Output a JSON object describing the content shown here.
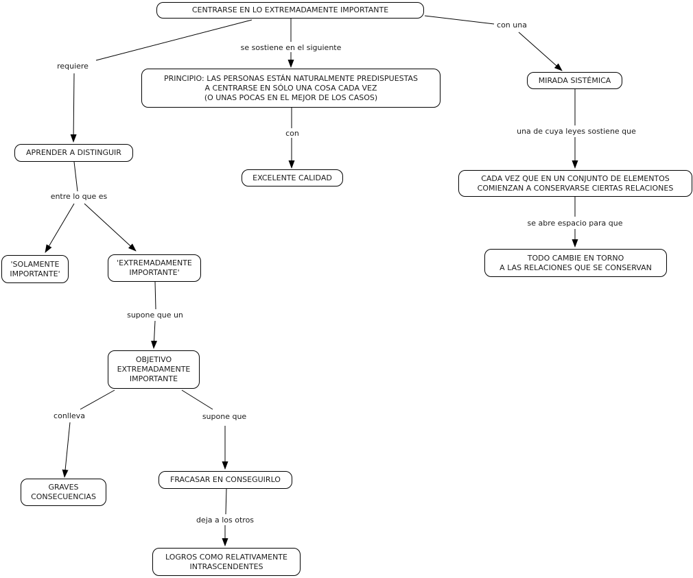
{
  "diagram_title": "CENTRARSE EN LO EXTREMADAMENTE IMPORTANTE",
  "colors": {
    "background": "#ffffff",
    "node_border": "#000000",
    "node_fill": "#ffffff",
    "text": "#1a1a1a",
    "line": "#000000"
  },
  "nodes": {
    "main": {
      "lines": [
        "CENTRARSE EN LO EXTREMADAMENTE IMPORTANTE"
      ]
    },
    "principio": {
      "lines": [
        "PRINCIPIO: LAS PERSONAS ESTÁN NATURALMENTE PREDISPUESTAS",
        "A CENTRARSE EN SÓLO UNA COSA CADA VEZ",
        "(O UNAS POCAS EN EL MEJOR DE LOS CASOS)"
      ]
    },
    "excelente": {
      "lines": [
        "EXCELENTE CALIDAD"
      ]
    },
    "aprender": {
      "lines": [
        "APRENDER A DISTINGUIR"
      ]
    },
    "solamente": {
      "lines": [
        "'SOLAMENTE",
        "IMPORTANTE'"
      ]
    },
    "extremadamente": {
      "lines": [
        "'EXTREMADAMENTE",
        "IMPORTANTE'"
      ]
    },
    "objetivo": {
      "lines": [
        "OBJETIVO",
        "EXTREMADAMENTE",
        "IMPORTANTE"
      ]
    },
    "graves": {
      "lines": [
        "GRAVES",
        "CONSECUENCIAS"
      ]
    },
    "fracasar": {
      "lines": [
        "FRACASAR EN CONSEGUIRLO"
      ]
    },
    "logros": {
      "lines": [
        "LOGROS COMO RELATIVAMENTE",
        "INTRASCENDENTES"
      ]
    },
    "mirada": {
      "lines": [
        "MIRADA SISTÉMICA"
      ]
    },
    "cadavez": {
      "lines": [
        "CADA VEZ QUE EN UN CONJUNTO DE ELEMENTOS",
        "COMIENZAN A CONSERVARSE CIERTAS RELACIONES"
      ]
    },
    "todocambie": {
      "lines": [
        "TODO CAMBIE EN TORNO",
        "A LAS RELACIONES QUE SE CONSERVAN"
      ]
    }
  },
  "links": {
    "requiere": "requiere",
    "sostiene": "se sostiene en el siguiente",
    "con_una": "con una",
    "con": "con",
    "entre": "entre lo que es",
    "supone_un": "supone que un",
    "conlleva": "conlleva",
    "supone_que": "supone que",
    "deja": "deja a los otros",
    "leyes": "una de cuya leyes sostiene que",
    "espacio": "se abre espacio para que"
  }
}
